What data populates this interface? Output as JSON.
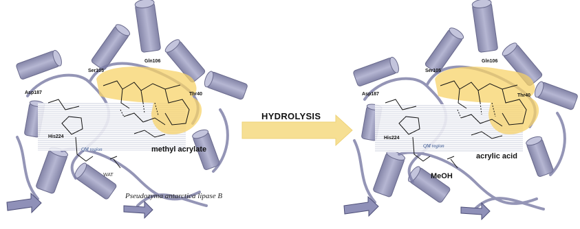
{
  "reactant_panel": {
    "residues": {
      "asp": "Asp187",
      "ser": "Ser105",
      "gln": "Gln106",
      "thr": "Thr40",
      "his": "His224"
    },
    "region_label": "QM region",
    "molecule_label": "methyl acrylate",
    "water_label": "WAT",
    "organism_label": "Pseudozyma antarctica lipase B"
  },
  "reaction": {
    "label": "HYDROLYSIS"
  },
  "product_panel": {
    "residues": {
      "asp": "Asp187",
      "ser": "Ser105",
      "gln": "Gln106",
      "thr": "Thr40",
      "his": "His224"
    },
    "region_label": "QM region",
    "acid_label": "acrylic acid",
    "alcohol_label": "MeOH"
  },
  "colors": {
    "protein": "#8f90b8",
    "protein_dark": "#5c5d86",
    "highlight": "#f7d36a",
    "arrow": "#f6df93",
    "qm_band": "#d9dce9"
  }
}
